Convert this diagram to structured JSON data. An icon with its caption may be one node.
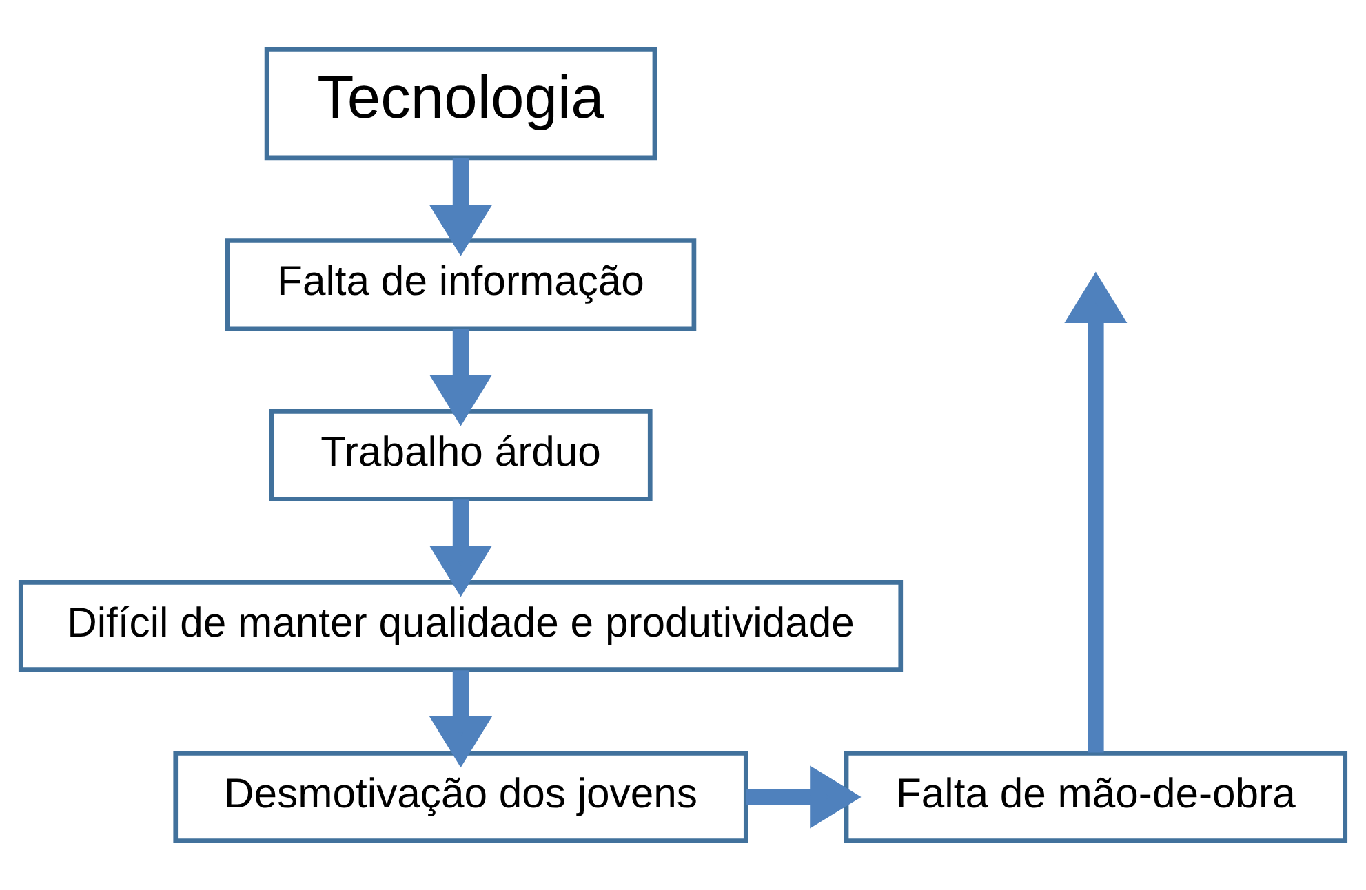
{
  "diagram": {
    "nodes": [
      {
        "text": [
          "Tecnologia"
        ]
      },
      {
        "text": [
          "Falta de informação"
        ]
      },
      {
        "text": [
          "Trabalho árduo"
        ]
      },
      {
        "text": [
          "Difícil de manter qualidade e produtividade"
        ]
      },
      {
        "text": [
          "Desmotivação dos jovens"
        ]
      },
      {
        "text": [
          "Falta de mão-de-obra"
        ]
      }
    ],
    "edges": [
      {
        "from": 0,
        "to": 1,
        "arrow": "to"
      },
      {
        "from": 1,
        "to": 2,
        "arrow": "to"
      },
      {
        "from": 2,
        "to": 3,
        "arrow": "to"
      },
      {
        "from": 3,
        "to": 4,
        "arrow": "to"
      },
      {
        "from": 4,
        "to": 5,
        "arrow": "to"
      },
      {
        "from": 5,
        "to": null,
        "arrow": "to"
      }
    ]
  }
}
